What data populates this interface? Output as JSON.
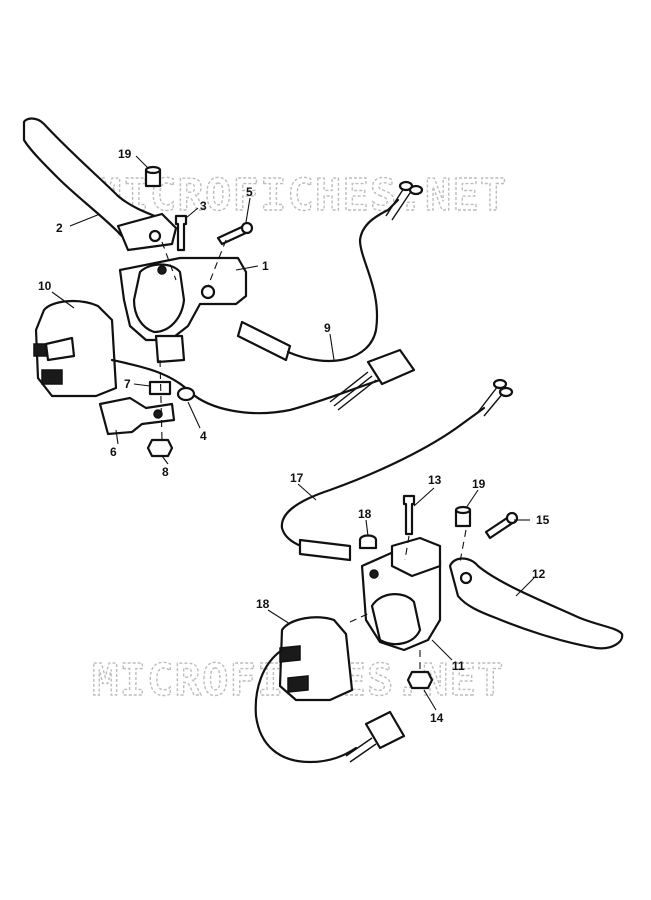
{
  "watermarks": [
    "MICROFICHES.NET",
    "MICROFICHES.NET"
  ],
  "callouts": {
    "c1": "1",
    "c2": "2",
    "c3": "3",
    "c4": "4",
    "c5": "5",
    "c6": "6",
    "c7": "7",
    "c8": "8",
    "c9": "9",
    "c10": "10",
    "c11": "11",
    "c12": "12",
    "c13": "13",
    "c14": "14",
    "c15": "15",
    "c17": "17",
    "c18a": "18",
    "c18b": "18",
    "c19a": "19",
    "c19b": "19"
  }
}
